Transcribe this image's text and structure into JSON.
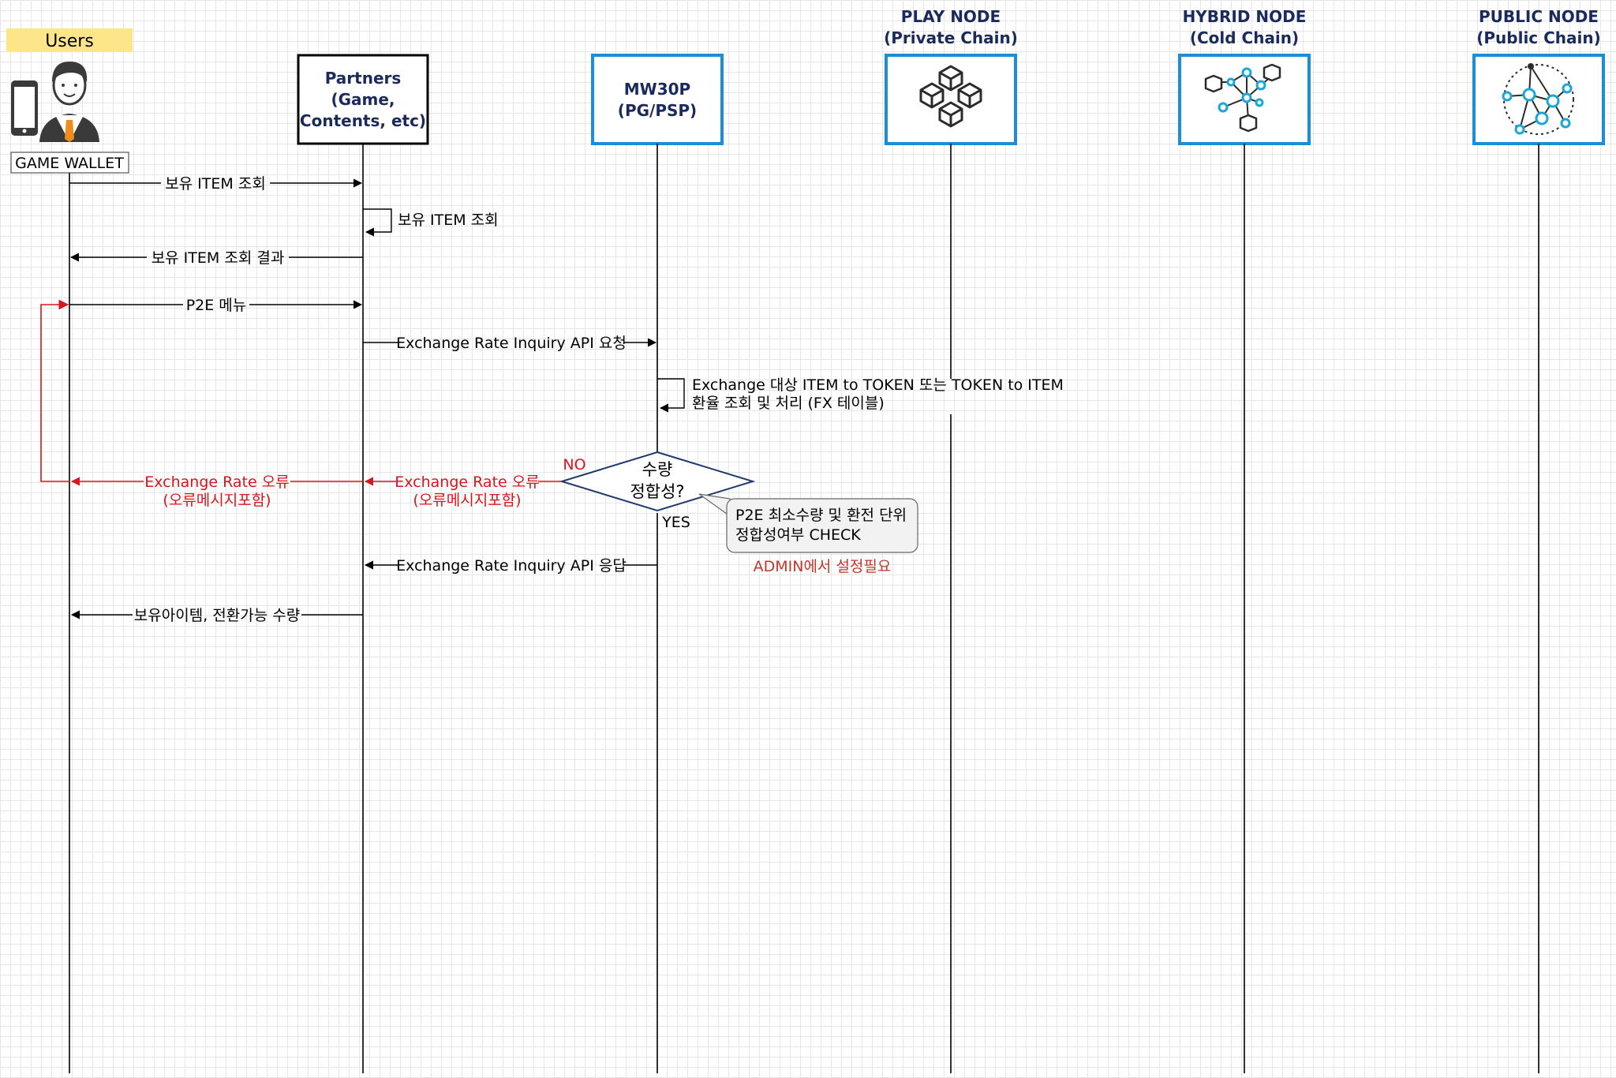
{
  "users": {
    "label": "Users",
    "wallet_label": "GAME WALLET",
    "highlight_color": "#fde68a"
  },
  "participants": [
    {
      "id": "partners",
      "lines": [
        "Partners",
        "(Game,",
        "Contents, etc)"
      ],
      "style": "black-box"
    },
    {
      "id": "mw30p",
      "lines": [
        "MW30P",
        "(PG/PSP)"
      ],
      "style": "blue-box"
    },
    {
      "id": "play-node",
      "heading": [
        "PLAY NODE",
        "(Private Chain)"
      ],
      "icon": "blocks-icon",
      "style": "blue-box"
    },
    {
      "id": "hybrid-node",
      "heading": [
        "HYBRID NODE",
        "(Cold Chain)"
      ],
      "icon": "hybrid-network-icon",
      "style": "blue-box"
    },
    {
      "id": "public-node",
      "heading": [
        "PUBLIC NODE",
        "(Public Chain)"
      ],
      "icon": "public-network-icon",
      "style": "blue-box"
    }
  ],
  "messages": [
    {
      "id": "m1",
      "from": "users",
      "to": "partners",
      "label": "보유 ITEM 조회",
      "color": "black"
    },
    {
      "id": "m2",
      "self": "partners",
      "label": "보유 ITEM 조회",
      "color": "black"
    },
    {
      "id": "m3",
      "from": "partners",
      "to": "users",
      "label": "보유 ITEM 조회 결과",
      "color": "black"
    },
    {
      "id": "m4",
      "from": "users",
      "to": "partners",
      "label": "P2E 메뉴",
      "color": "black"
    },
    {
      "id": "m5",
      "from": "partners",
      "to": "mw30p",
      "label": "Exchange Rate Inquiry API 요청",
      "color": "black"
    },
    {
      "id": "m6",
      "self": "mw30p",
      "lines": [
        "Exchange 대상 ITEM to TOKEN 또는 TOKEN to ITEM",
        "환율 조회 및 처리 (FX 테이블)"
      ],
      "color": "black"
    },
    {
      "id": "m7",
      "from": "mw30p",
      "to": "partners",
      "lines": [
        "Exchange Rate 오류",
        "(오류메시지포함)"
      ],
      "color": "red"
    },
    {
      "id": "m8",
      "from": "partners",
      "to": "users",
      "lines": [
        "Exchange Rate 오류",
        "(오류메시지포함)"
      ],
      "color": "red"
    },
    {
      "id": "m9",
      "from": "mw30p",
      "to": "partners",
      "label": "Exchange Rate Inquiry API 응답",
      "color": "black"
    },
    {
      "id": "m10",
      "from": "partners",
      "to": "users",
      "label": "보유아이템, 전환가능 수량",
      "color": "black"
    }
  ],
  "decision": {
    "lines": [
      "수량",
      "정합성?"
    ],
    "no_label": "NO",
    "yes_label": "YES"
  },
  "callout": {
    "lines": [
      "P2E 최소수량 및 환전 단위",
      "정합성여부 CHECK"
    ],
    "note": "ADMIN에서 설정필요"
  },
  "colors": {
    "lifeline": "#000000",
    "box_blue": "#1a8fd8",
    "heading_navy": "#1a2a5c",
    "error_red": "#d9161c",
    "note_red": "#c0392b",
    "diamond_stroke": "#1f3a6e"
  }
}
